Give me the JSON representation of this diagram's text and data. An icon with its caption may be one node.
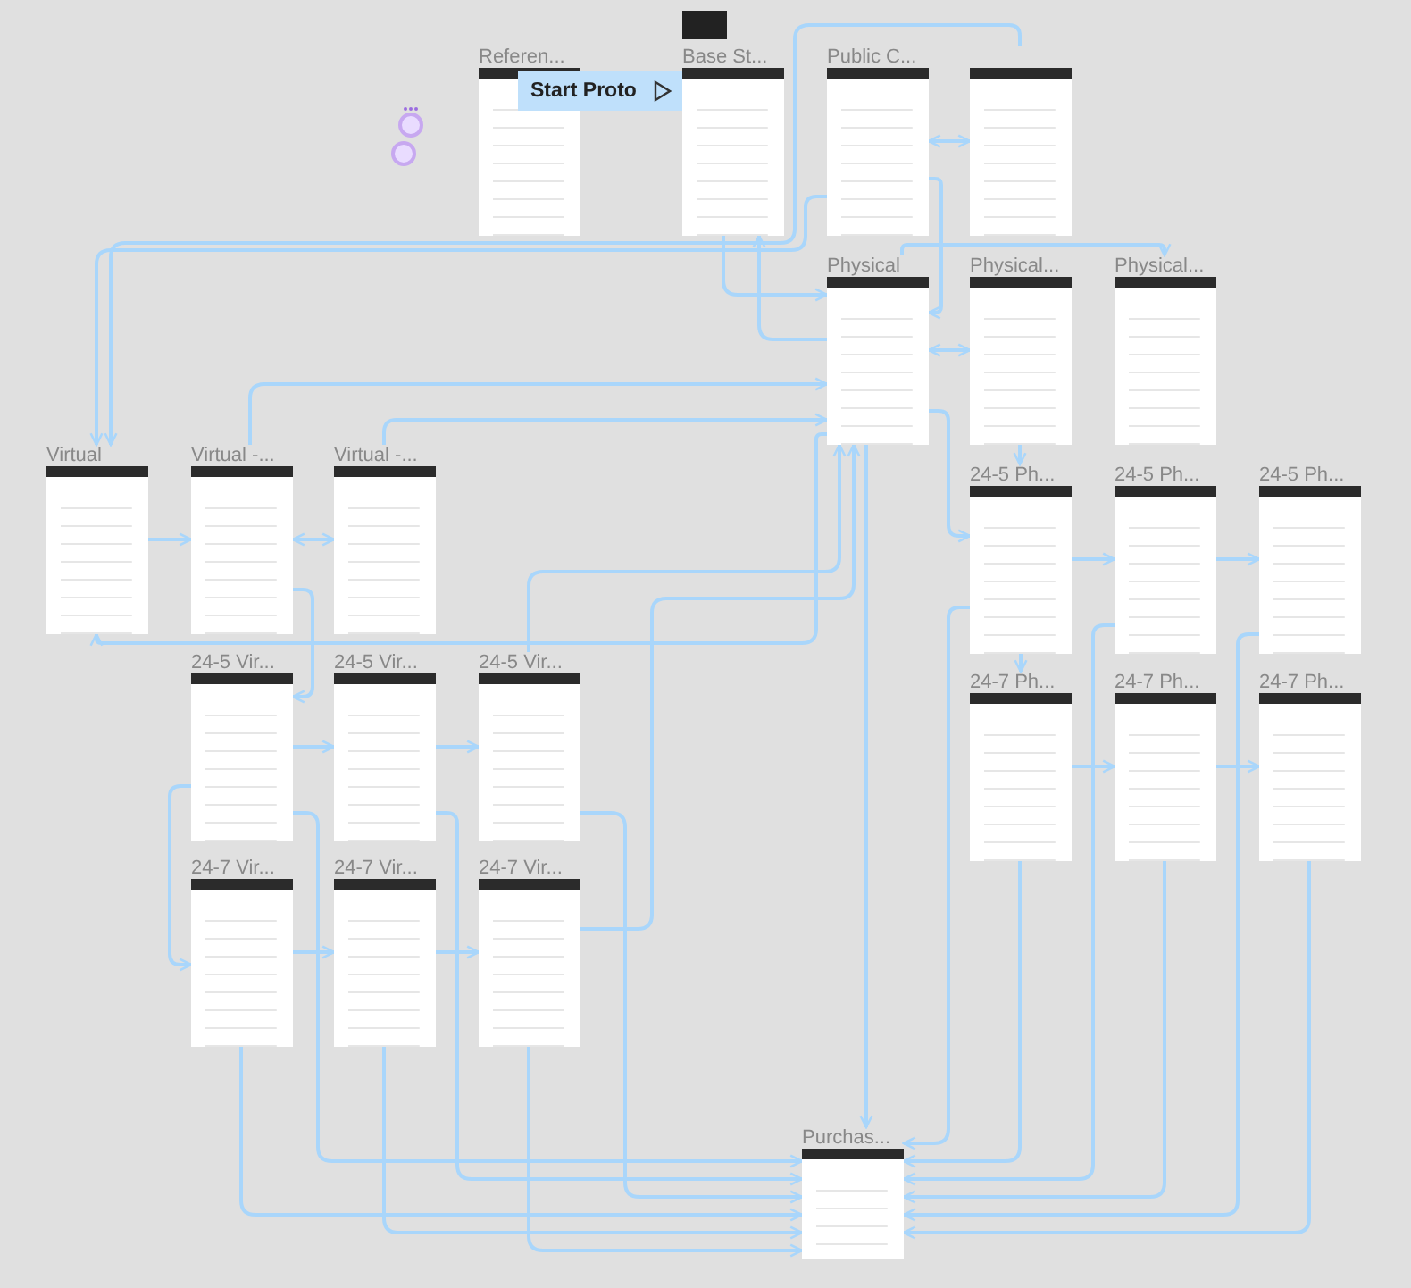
{
  "diagram": {
    "nodes": [
      {
        "text": [
          "Referen..."
        ]
      },
      {
        "text": [
          "Base St..."
        ]
      },
      {
        "text": [
          "Public C..."
        ]
      },
      {
        "text": [],
        "shape": "box"
      },
      {
        "text": [
          "Physical"
        ]
      },
      {
        "text": [
          "Physical..."
        ]
      },
      {
        "text": [
          "Physical..."
        ]
      },
      {
        "text": [
          "Virtual"
        ]
      },
      {
        "text": [
          "Virtual -..."
        ]
      },
      {
        "text": [
          "Virtual -..."
        ]
      },
      {
        "text": [
          "24-5 Vir..."
        ]
      },
      {
        "text": [
          "24-5 Vir..."
        ]
      },
      {
        "text": [
          "24-5 Vir..."
        ]
      },
      {
        "text": [
          "24-7 Vir..."
        ]
      },
      {
        "text": [
          "24-7 Vir..."
        ]
      },
      {
        "text": [
          "24-7 Vir..."
        ]
      },
      {
        "text": [
          "24-5 Ph..."
        ]
      },
      {
        "text": [
          "24-5 Ph..."
        ]
      },
      {
        "text": [
          "24-5 Ph..."
        ]
      },
      {
        "text": [
          "24-7 Ph..."
        ]
      },
      {
        "text": [
          "24-7 Ph..."
        ]
      },
      {
        "text": [
          "24-7 Ph..."
        ]
      },
      {
        "text": [
          "Purchas..."
        ]
      }
    ],
    "edges": [
      {
        "from": 2,
        "to": 7,
        "arrow": "to"
      },
      {
        "from": 3,
        "to": 7,
        "arrow": "to"
      },
      {
        "from": 1,
        "to": 4,
        "arrow": "to"
      },
      {
        "from": 2,
        "to": 4,
        "arrow": "to"
      },
      {
        "from": 2,
        "to": 3,
        "arrow": "both"
      },
      {
        "from": 4,
        "to": 1,
        "arrow": "to"
      },
      {
        "from": 4,
        "to": 5,
        "arrow": "both"
      },
      {
        "from": 4,
        "to": 6,
        "arrow": "to"
      },
      {
        "from": 4,
        "to": 7,
        "arrow": "to"
      },
      {
        "from": 7,
        "to": 8,
        "arrow": "to"
      },
      {
        "from": 8,
        "to": 9,
        "arrow": "both"
      },
      {
        "from": 9,
        "to": 4,
        "arrow": "to"
      },
      {
        "from": 8,
        "to": 4,
        "arrow": "to"
      },
      {
        "from": 10,
        "to": 11,
        "arrow": "to"
      },
      {
        "from": 11,
        "to": 12,
        "arrow": "to"
      },
      {
        "from": 13,
        "to": 14,
        "arrow": "to"
      },
      {
        "from": 14,
        "to": 15,
        "arrow": "to"
      },
      {
        "from": 8,
        "to": 10,
        "arrow": "to"
      },
      {
        "from": 10,
        "to": 13,
        "arrow": "to"
      },
      {
        "from": 16,
        "to": 17,
        "arrow": "to"
      },
      {
        "from": 17,
        "to": 18,
        "arrow": "to"
      },
      {
        "from": 19,
        "to": 20,
        "arrow": "to"
      },
      {
        "from": 20,
        "to": 21,
        "arrow": "to"
      },
      {
        "from": 5,
        "to": 16,
        "arrow": "to"
      },
      {
        "from": 16,
        "to": 19,
        "arrow": "to"
      },
      {
        "from": 4,
        "to": 16,
        "arrow": "to"
      },
      {
        "from": 10,
        "to": 22,
        "arrow": "to"
      },
      {
        "from": 11,
        "to": 22,
        "arrow": "to"
      },
      {
        "from": 12,
        "to": 22,
        "arrow": "to"
      },
      {
        "from": 13,
        "to": 22,
        "arrow": "to"
      },
      {
        "from": 14,
        "to": 22,
        "arrow": "to"
      },
      {
        "from": 15,
        "to": 22,
        "arrow": "to"
      },
      {
        "from": 16,
        "to": 22,
        "arrow": "to"
      },
      {
        "from": 17,
        "to": 22,
        "arrow": "to"
      },
      {
        "from": 18,
        "to": 22,
        "arrow": "to"
      },
      {
        "from": 19,
        "to": 22,
        "arrow": "to"
      },
      {
        "from": 20,
        "to": 22,
        "arrow": "to"
      },
      {
        "from": 21,
        "to": 22,
        "arrow": "to"
      },
      {
        "from": 4,
        "to": 22,
        "arrow": "to"
      },
      {
        "from": 12,
        "to": 4,
        "arrow": "to"
      },
      {
        "from": 15,
        "to": 4,
        "arrow": "to"
      }
    ],
    "labels": [
      "Start Proto"
    ]
  }
}
